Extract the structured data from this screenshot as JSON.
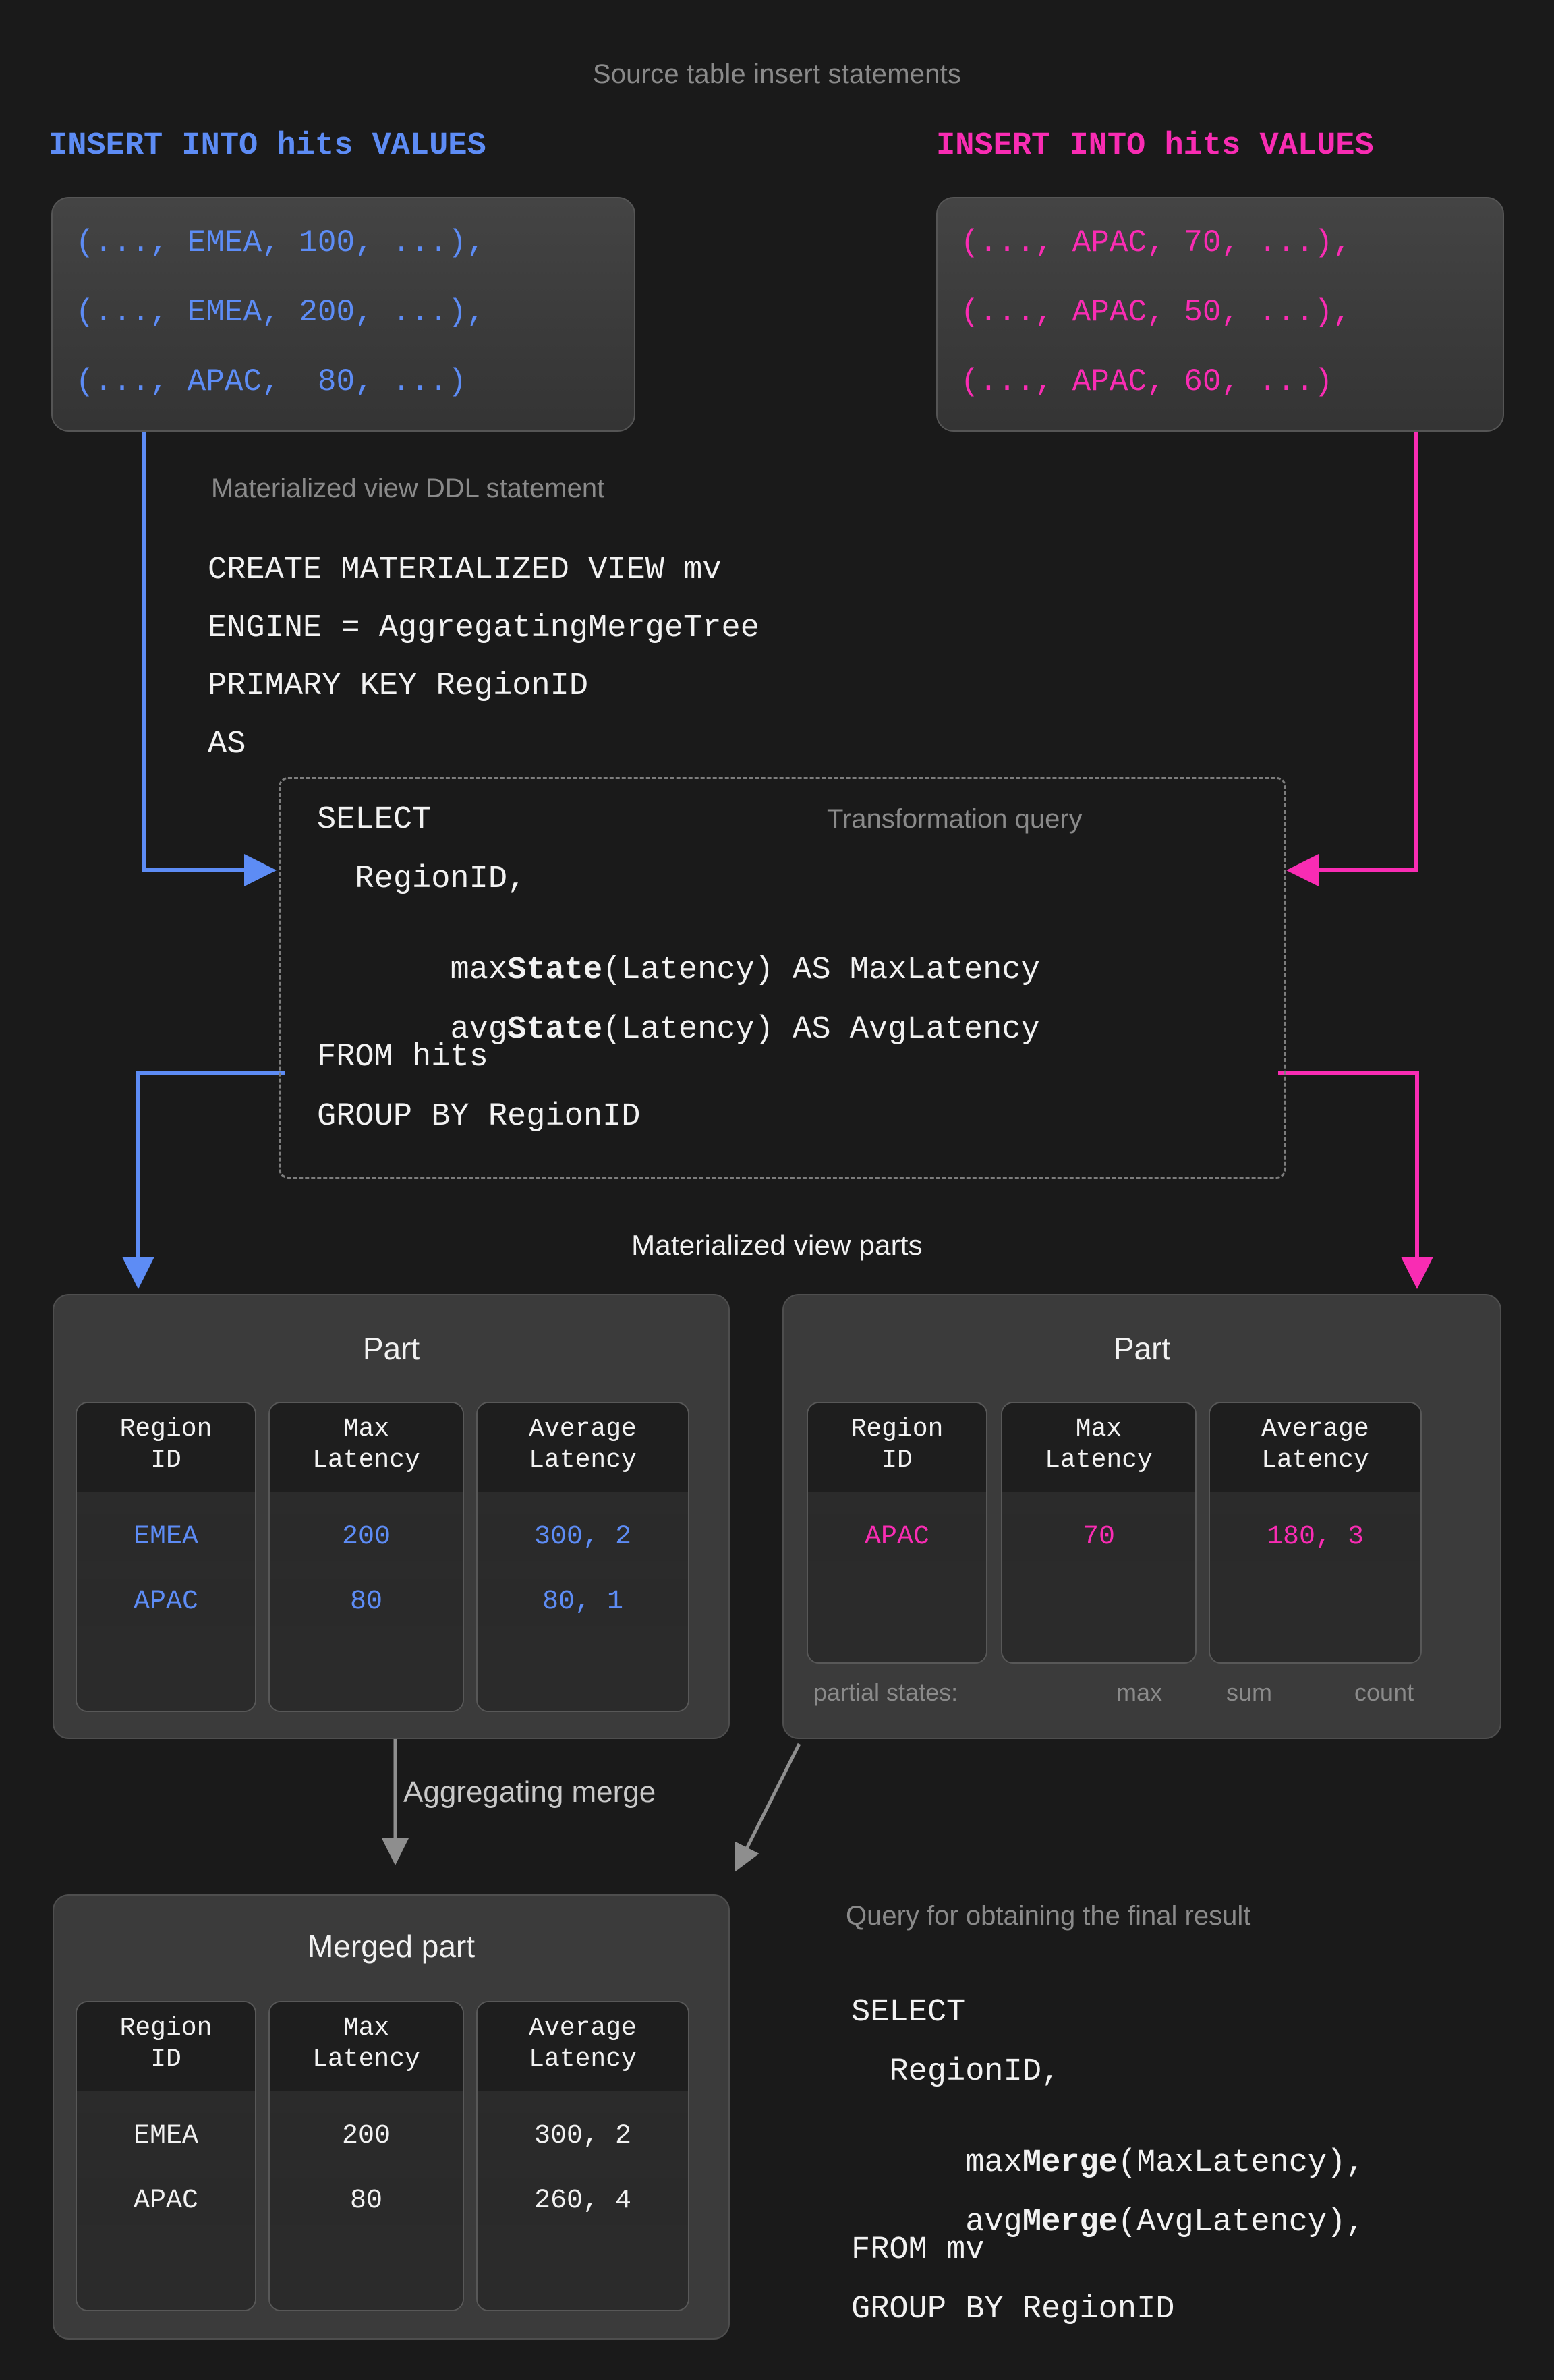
{
  "sections": {
    "source_inserts_caption": "Source table insert statements",
    "ddl_caption": "Materialized view DDL statement",
    "transformation_caption": "Transformation query",
    "mv_parts_caption": "Materialized view parts",
    "merge_caption": "Aggregating merge",
    "final_query_caption": "Query for obtaining the final result"
  },
  "colors": {
    "blue": "#5d8cf5",
    "pink": "#f92cb3",
    "white": "#f2f2f2",
    "grey": "#8a8a8a",
    "background": "#1a1a1a",
    "panel": "#3b3b3b"
  },
  "inserts": [
    {
      "header": "INSERT INTO hits VALUES",
      "color": "#5d8cf5",
      "rows": [
        "(..., EMEA, 100, ...),",
        "(..., EMEA, 200, ...),",
        "(..., APAC,  80, ...)"
      ]
    },
    {
      "header": "INSERT INTO hits VALUES",
      "color": "#f92cb3",
      "rows": [
        "(..., APAC, 70, ...),",
        "(..., APAC, 50, ...),",
        "(..., APAC, 60, ...)"
      ]
    }
  ],
  "ddl": {
    "line1": "CREATE MATERIALIZED VIEW mv",
    "line2": "ENGINE = AggregatingMergeTree",
    "line3": "PRIMARY KEY RegionID",
    "line4": "AS"
  },
  "transformation_query": {
    "l1": "SELECT",
    "l2": "  RegionID,",
    "l3_pre": "  max",
    "l3_bold": "State",
    "l3_post": "(Latency) AS MaxLatency",
    "l4_pre": "  avg",
    "l4_bold": "State",
    "l4_post": "(Latency) AS AvgLatency",
    "l5": "FROM hits",
    "l6": "GROUP BY RegionID"
  },
  "parts": [
    {
      "title": "Part",
      "value_color": "#5d8cf5",
      "columns": [
        {
          "header_l1": "Region",
          "header_l2": "ID",
          "values": [
            "EMEA",
            "APAC"
          ]
        },
        {
          "header_l1": "Max",
          "header_l2": "Latency",
          "values": [
            "200",
            "80"
          ]
        },
        {
          "header_l1": "Average",
          "header_l2": "Latency",
          "values": [
            "300, 2",
            "80, 1"
          ]
        }
      ]
    },
    {
      "title": "Part",
      "value_color": "#f92cb3",
      "columns": [
        {
          "header_l1": "Region",
          "header_l2": "ID",
          "values": [
            "APAC"
          ]
        },
        {
          "header_l1": "Max",
          "header_l2": "Latency",
          "values": [
            "70"
          ]
        },
        {
          "header_l1": "Average",
          "header_l2": "Latency",
          "values": [
            "180, 3"
          ]
        }
      ]
    }
  ],
  "partial_states": {
    "label": "partial states:",
    "max": "max",
    "sum": "sum",
    "count": "count"
  },
  "merged_part": {
    "title": "Merged part",
    "value_color": "#f2f2f2",
    "columns": [
      {
        "header_l1": "Region",
        "header_l2": "ID",
        "values": [
          "EMEA",
          "APAC"
        ]
      },
      {
        "header_l1": "Max",
        "header_l2": "Latency",
        "values": [
          "200",
          "80"
        ]
      },
      {
        "header_l1": "Average",
        "header_l2": "Latency",
        "values": [
          "300, 2",
          "260, 4"
        ]
      }
    ]
  },
  "final_query": {
    "l1": "SELECT",
    "l2": "  RegionID,",
    "l3_pre": "  max",
    "l3_bold": "Merge",
    "l3_post": "(MaxLatency),",
    "l4_pre": "  avg",
    "l4_bold": "Merge",
    "l4_post": "(AvgLatency),",
    "l5": "FROM mv",
    "l6": "GROUP BY RegionID"
  }
}
